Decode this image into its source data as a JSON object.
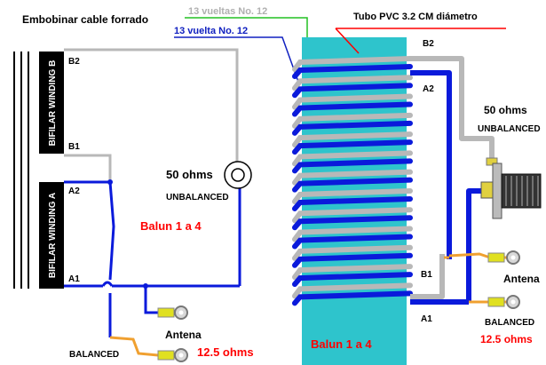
{
  "labels": {
    "embobinar": "Embobinar cable  forrado",
    "vueltas_gray": "13 vueltas No. 12",
    "vueltas_blue": "13 vuelta No. 12",
    "tubo": "Tubo PVC  3.2 CM  diámetro",
    "bifilar_b": "BIFILAR WINDING B",
    "bifilar_a": "BIFILAR WINDING A",
    "b2_left": "B2",
    "b1_left": "B1",
    "a2_left": "A2",
    "a1_left": "A1",
    "ohms50_left": "50 ohms",
    "unbalanced_left": "UNBALANCED",
    "balun_left": "Balun 1 a 4",
    "antena_left": "Antena",
    "ohms125_left": "12.5 ohms",
    "balanced_left": "BALANCED",
    "b2_right": "B2",
    "a2_right": "A2",
    "b1_right": "B1",
    "a1_right": "A1",
    "ohms50_right": "50 ohms",
    "unbalanced_right": "UNBALANCED",
    "antena_right": "Antena",
    "balanced_right": "BALANCED",
    "ohms125_right": "12.5 ohms",
    "balun_right": "Balun 1 a 4"
  },
  "colors": {
    "blue_wire": "#0a1adb",
    "gray_wire": "#b8b8b8",
    "orange_wire": "#f0a030",
    "tube": "#2ec4cc",
    "red_text": "#ff0000",
    "green_line": "#22c022",
    "red_line": "#ff0000",
    "blue_text": "#1020c0"
  },
  "icons": {
    "coax_left": "coax-connector-icon",
    "coax_right": "so239-connector-icon",
    "terminal": "ring-terminal-icon"
  }
}
